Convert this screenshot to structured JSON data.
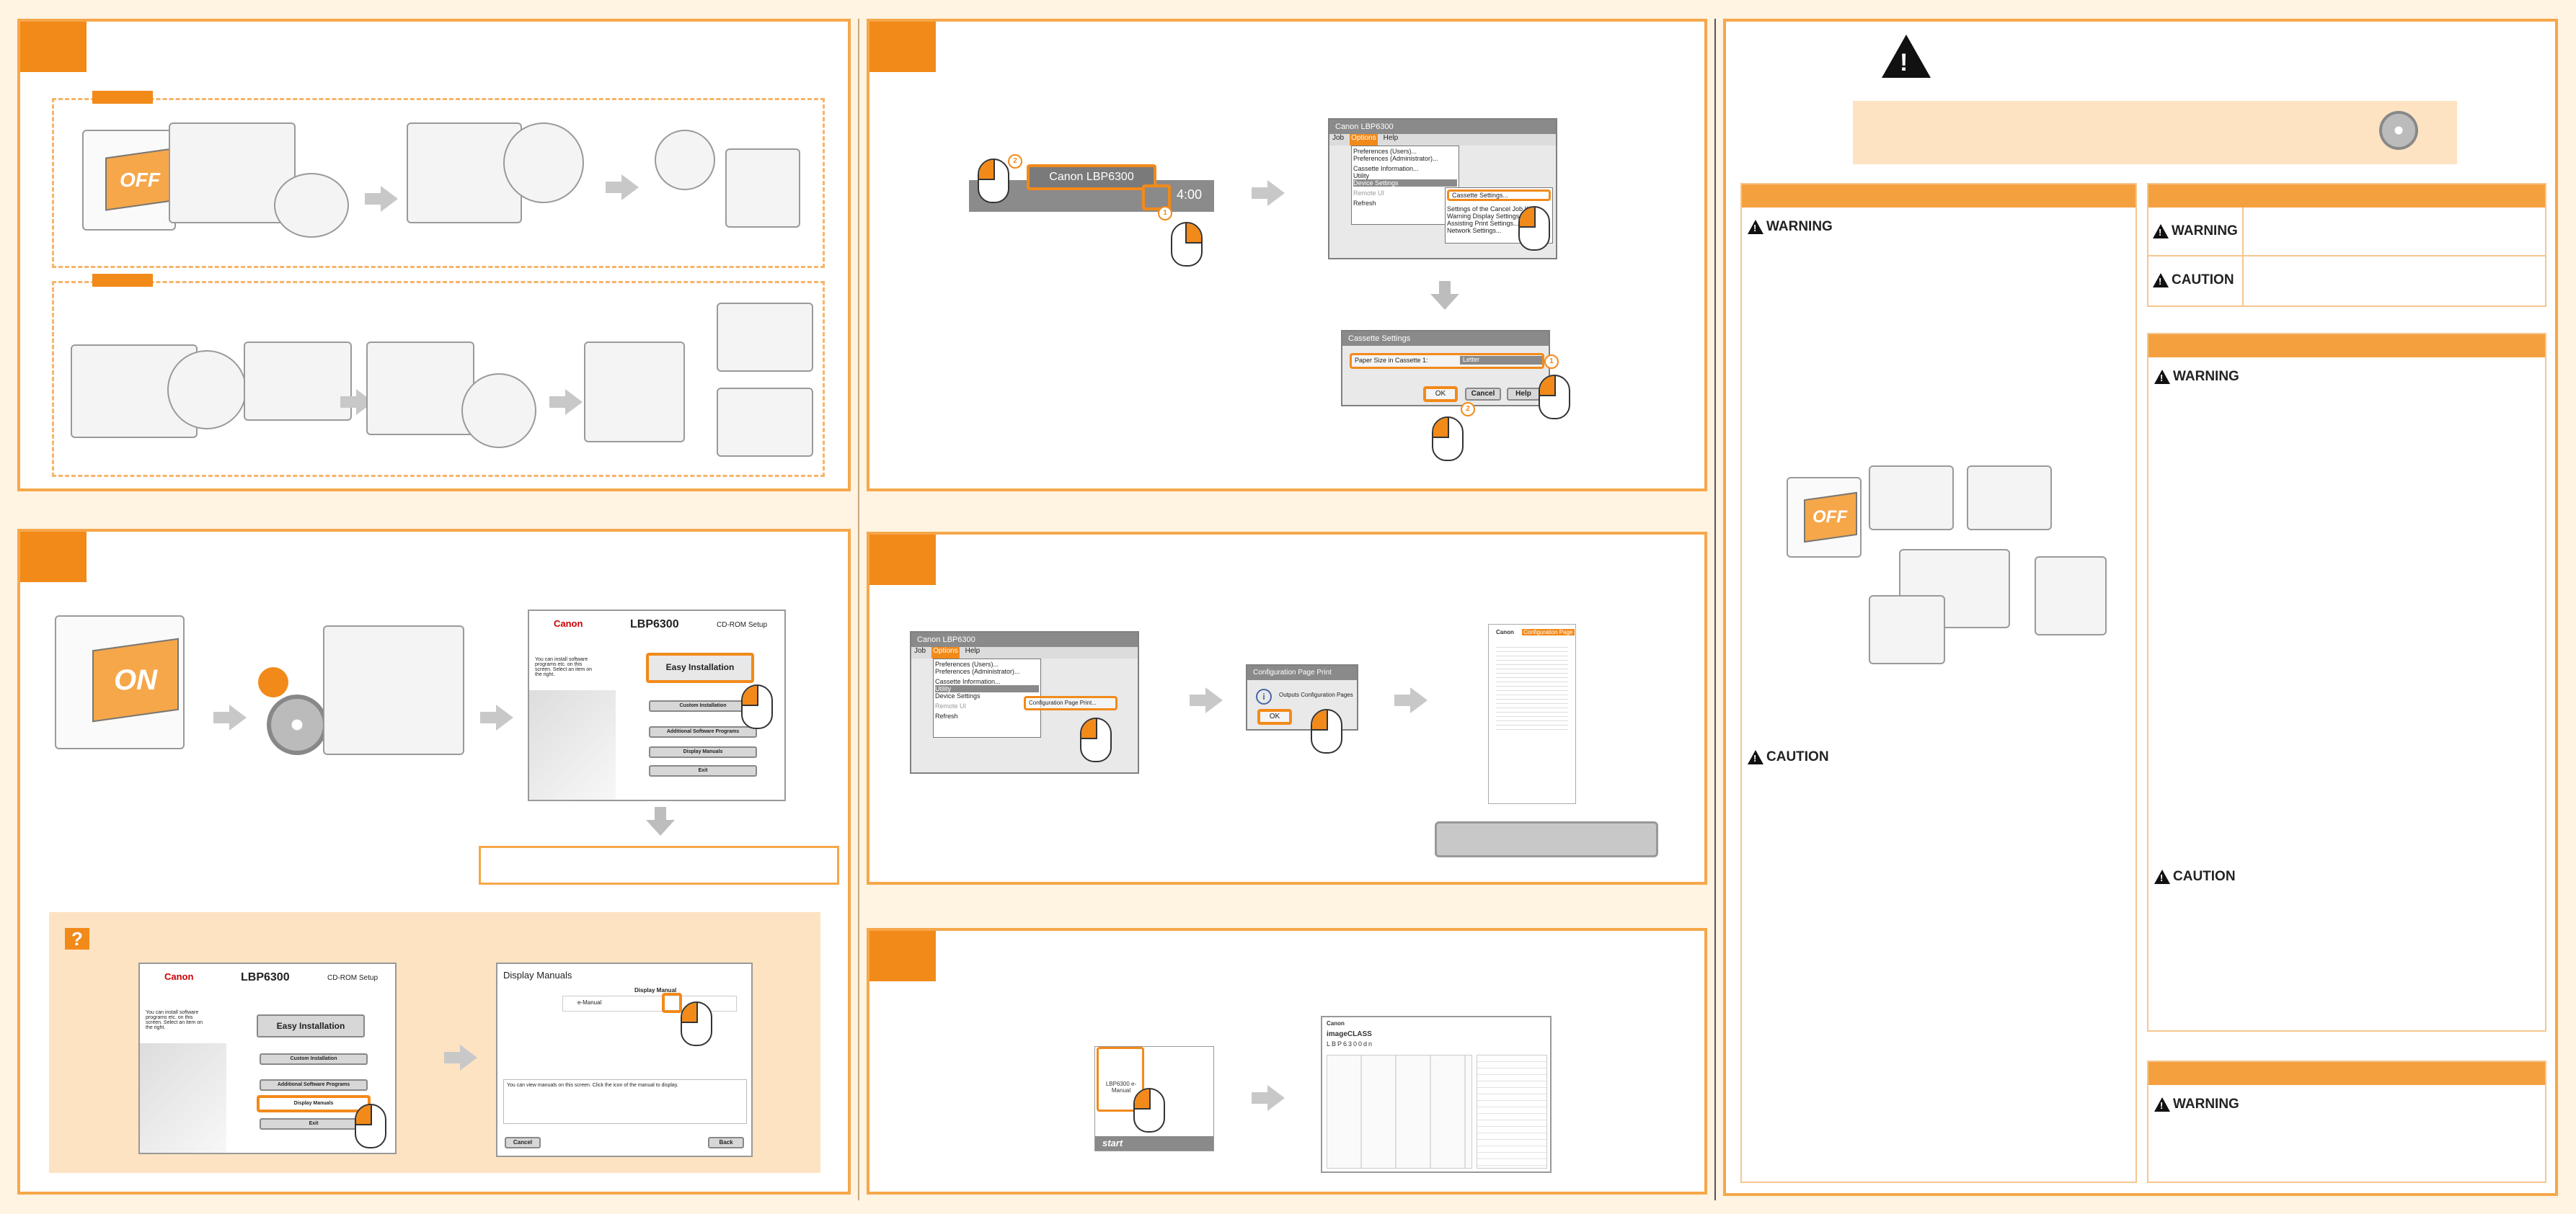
{
  "colors": {
    "accent": "#f28a1a",
    "panel_border": "#f6a74a",
    "background": "#fff3e2",
    "header_band": "#f5a03f"
  },
  "power": {
    "off_label": "OFF",
    "on_label": "ON"
  },
  "taskbar": {
    "tooltip": "Canon LBP6300",
    "clock": "4:00",
    "start_label": "start"
  },
  "printer_window": {
    "title": "Canon LBP6300",
    "menus": [
      "Job",
      "Options",
      "Help"
    ],
    "options_items": [
      "Preferences (Users)...",
      "Preferences (Administrator)...",
      "",
      "Cassette Information...",
      "Utility",
      "Device Settings",
      "",
      "Remote UI",
      "",
      "Refresh"
    ],
    "submenu_items": [
      "Cassette Settings...",
      "",
      "Settings of the Cancel Job Key...",
      "Warning Display Settings...",
      "Assisting Print Settings...",
      "Network Settings..."
    ],
    "utility_submenu": [
      "Configuration Page Print..."
    ]
  },
  "cassette_dialog": {
    "title": "Cassette Settings",
    "field_label": "Paper Size in Cassette 1:",
    "field_value": "Letter",
    "ok": "OK",
    "cancel": "Cancel",
    "help": "Help"
  },
  "config_dialog": {
    "title": "Configuration Page Print",
    "message": "Outputs Configuration Pages",
    "ok": "OK"
  },
  "config_page": {
    "brand": "Canon",
    "heading": "Configuration Page"
  },
  "cdrom": {
    "brand": "Canon",
    "product": "LBP6300",
    "window_title": "CD-ROM Setup",
    "intro": "You can install software programs etc. on this screen. Select an item on the right.",
    "buttons": [
      "Easy Installation",
      "Custom Installation",
      "Additional Software Programs",
      "Display Manuals",
      "Exit"
    ]
  },
  "manuals_screen": {
    "title": "Display Manuals",
    "column": "Display Manual",
    "item": "e-Manual",
    "desc": "You can view manuals on this screen. Click the icon of the manual to display.",
    "back": "Cancel",
    "next": "Back"
  },
  "desktop": {
    "icon_label": "LBP6300 e-Manual"
  },
  "emanual": {
    "brand": "Canon",
    "product": "imageCLASS",
    "model": "LBP6300dn"
  },
  "badges": [
    "1",
    "2"
  ],
  "help_symbol": "?",
  "warnings": {
    "warning": "WARNING",
    "caution": "CAUTION"
  }
}
